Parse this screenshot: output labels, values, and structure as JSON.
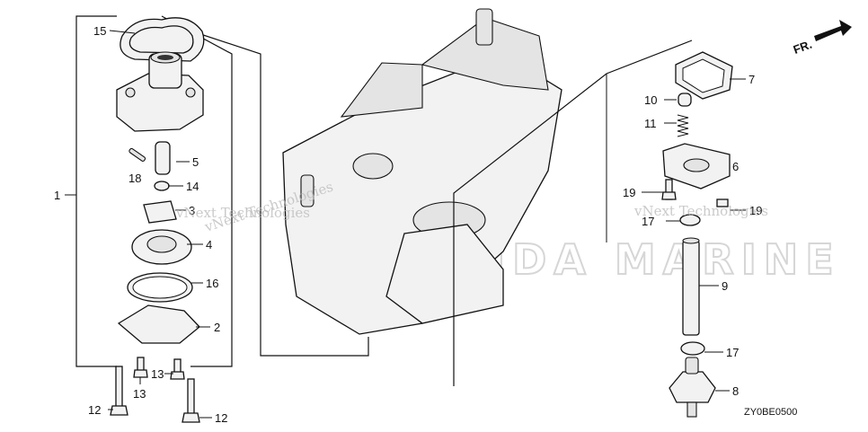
{
  "diagram": {
    "code": "ZY0BE0500",
    "orientation_label": "FR.",
    "brand_watermark": "HONDA MARINE",
    "watermarks": [
      "vNext Technologies",
      "vNext Technologies",
      "vNext Technologies"
    ],
    "callouts": {
      "c1": "1",
      "c2": "2",
      "c3": "3",
      "c4": "4",
      "c5": "5",
      "c6": "6",
      "c7": "7",
      "c8": "8",
      "c9": "9",
      "c10": "10",
      "c11": "11",
      "c12a": "12",
      "c12b": "12",
      "c13a": "13",
      "c13b": "13",
      "c14": "14",
      "c15": "15",
      "c16": "16",
      "c17a": "17",
      "c17b": "17",
      "c18": "18",
      "c19a": "19",
      "c19b": "19"
    }
  }
}
